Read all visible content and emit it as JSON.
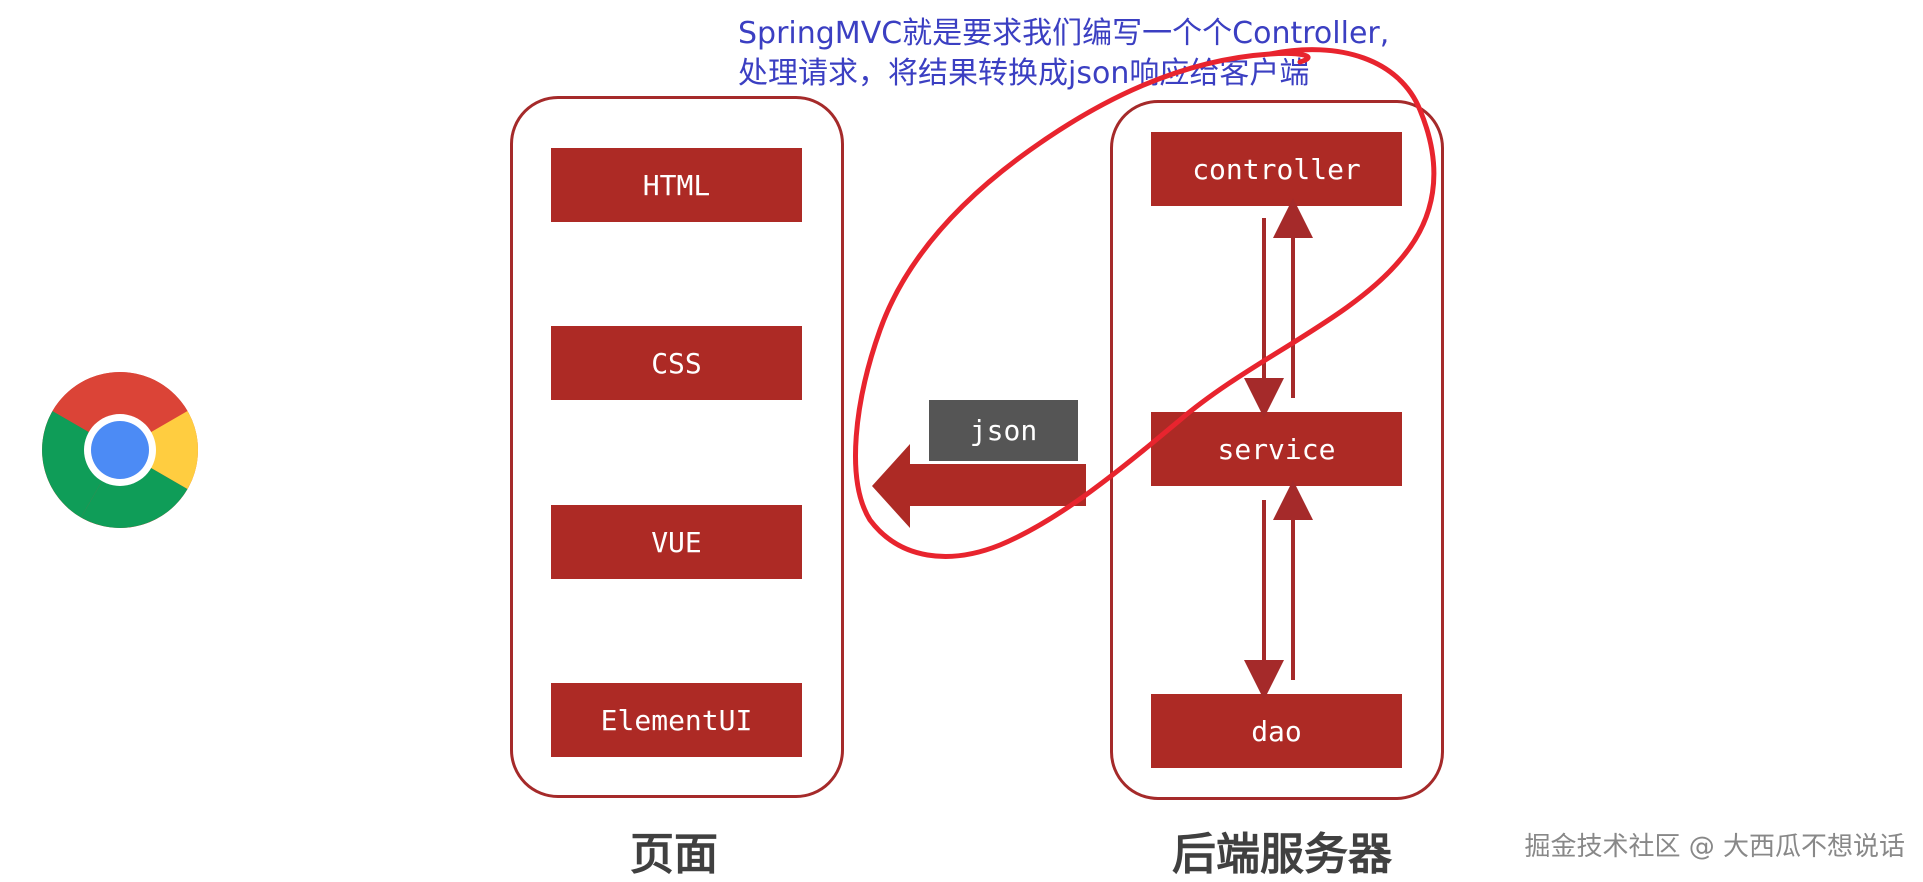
{
  "annotation": {
    "line1": "SpringMVC就是要求我们编写一个个Controller,",
    "line2": "处理请求，将结果转换成json响应给客户端"
  },
  "frontend": {
    "caption": "页面",
    "items": [
      "HTML",
      "CSS",
      "VUE",
      "ElementUI"
    ]
  },
  "backend": {
    "caption": "后端服务器",
    "layers": [
      "controller",
      "service",
      "dao"
    ]
  },
  "response": {
    "label": "json"
  },
  "watermark": "掘金技术社区 @ 大西瓜不想说话",
  "icons": {
    "browser": "chrome-icon"
  },
  "colors": {
    "box": "#ad2a25",
    "panel_border": "#a52a2a",
    "annotation": "#3b3fc2",
    "highlight": "#e8242e",
    "json_box": "#555555"
  }
}
